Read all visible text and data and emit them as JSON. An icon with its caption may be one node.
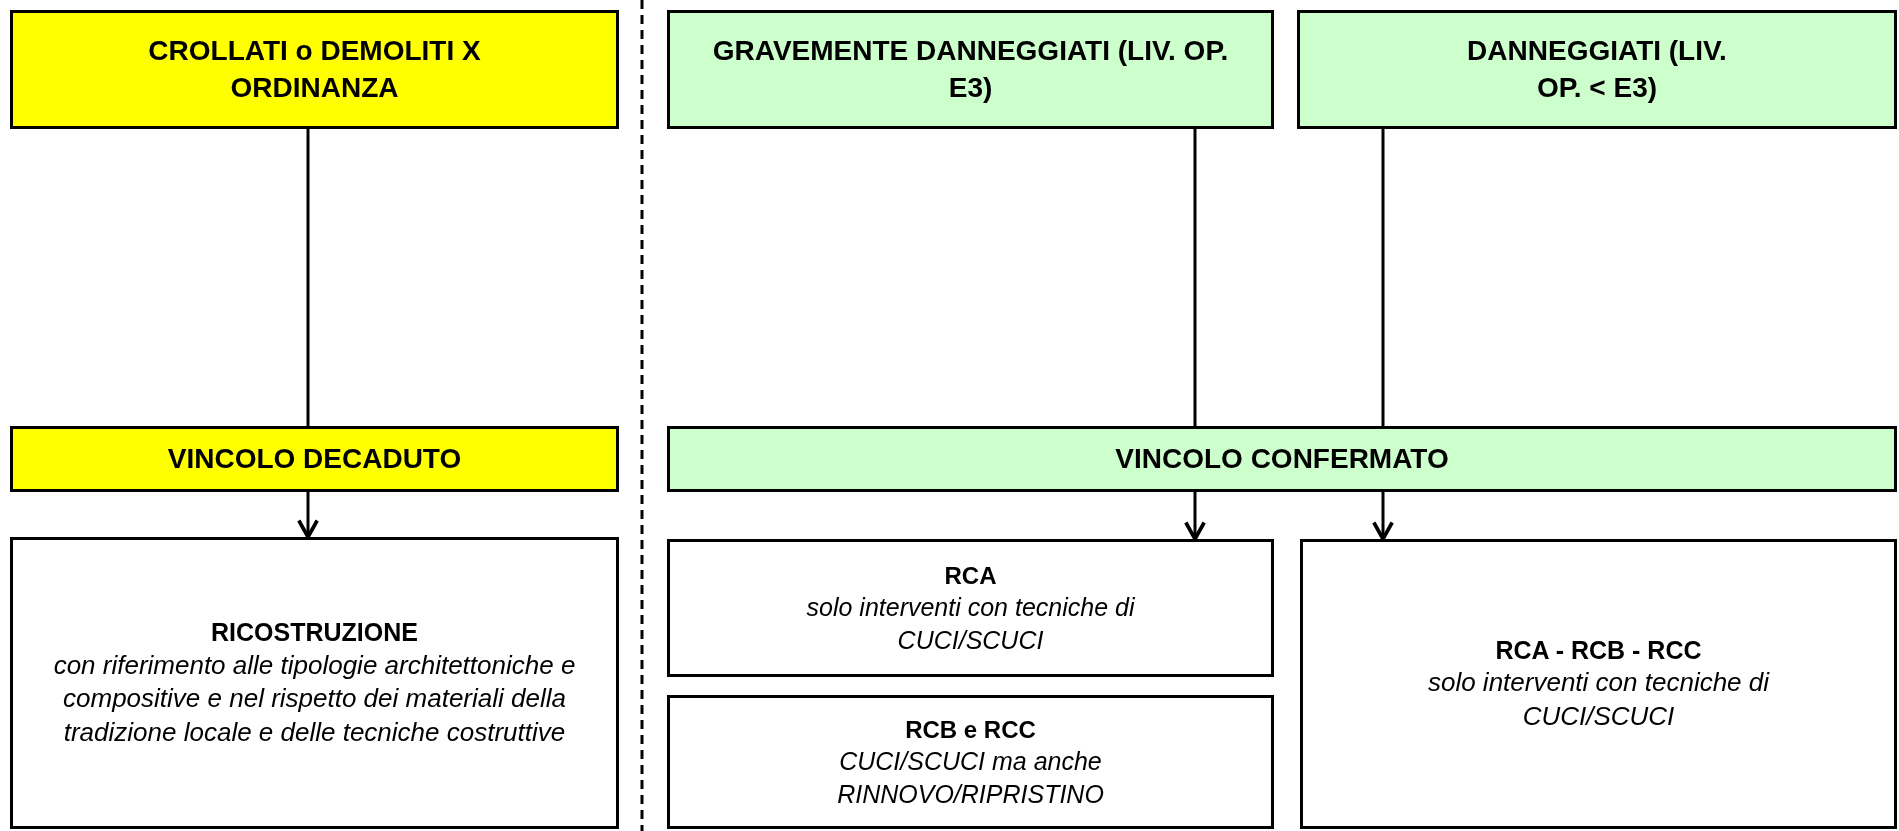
{
  "diagram": {
    "nodes": [
      {
        "text": [
          "CROLLATI o DEMOLITI X ORDINANZA"
        ]
      },
      {
        "text": [
          "GRAVEMENTE DANNEGGIATI (LIV. OP. E3)"
        ]
      },
      {
        "text": [
          "DANNEGGIATI (LIV. OP. < E3)"
        ]
      },
      {
        "text": [
          "VINCOLO DECADUTO"
        ]
      },
      {
        "text": [
          "VINCOLO CONFERMATO"
        ]
      },
      {
        "text": [
          "RICOSTRUZIONE",
          "con riferimento alle tipologie architettoniche e compositive e nel rispetto dei materiali della tradizione locale e delle tecniche costruttive"
        ]
      },
      {
        "text": [
          "RCA",
          "solo interventi con tecniche di CUCI/SCUCI"
        ]
      },
      {
        "text": [
          "RCB e RCC",
          "CUCI/SCUCI ma anche RINNOVO/RIPRISTINO"
        ]
      },
      {
        "text": [
          "RCA - RCB - RCC",
          "solo interventi con tecniche di CUCI/SCUCI"
        ]
      }
    ],
    "edges": [
      {
        "from": 0,
        "to": 3,
        "arrow": "none"
      },
      {
        "from": 3,
        "to": 5,
        "arrow": "to"
      },
      {
        "from": 1,
        "to": 4,
        "arrow": "none"
      },
      {
        "from": 2,
        "to": 4,
        "arrow": "none"
      },
      {
        "from": 4,
        "to": 6,
        "arrow": "to"
      },
      {
        "from": 4,
        "to": 8,
        "arrow": "to"
      }
    ]
  }
}
